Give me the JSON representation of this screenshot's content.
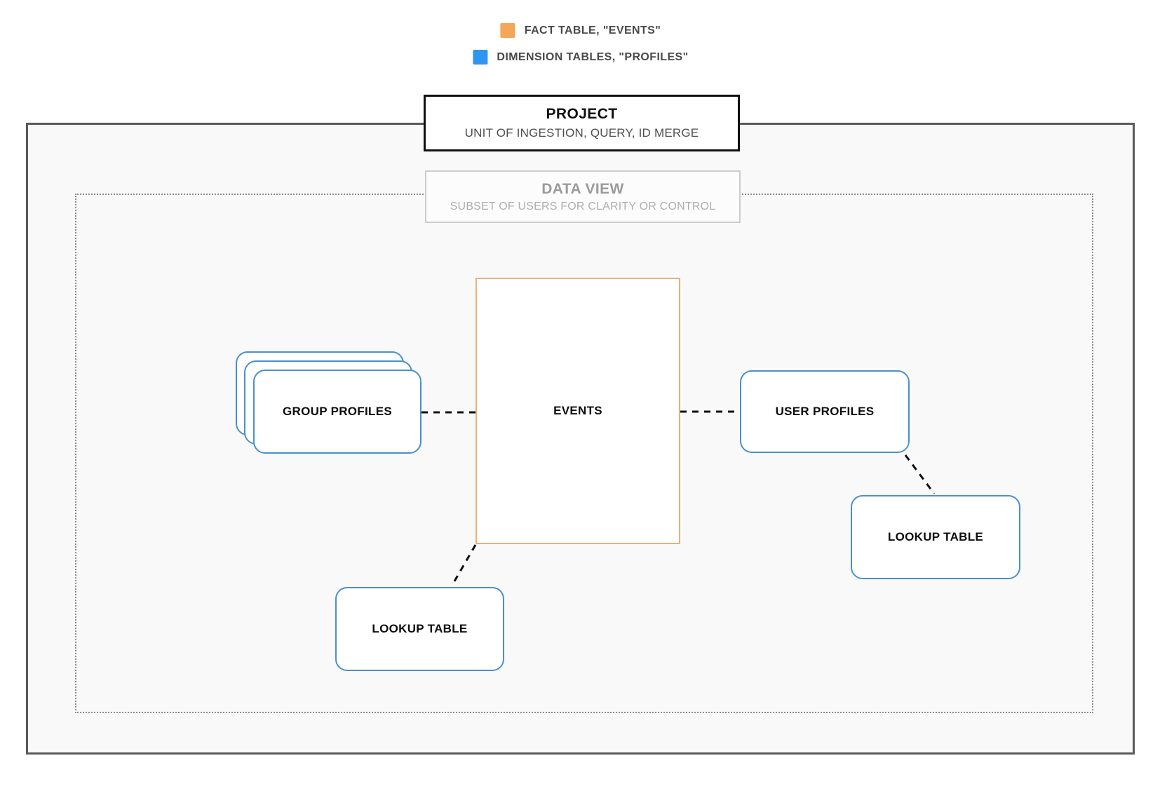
{
  "legend": {
    "items": [
      {
        "name": "fact-table",
        "label": "FACT TABLE, \"EVENTS\"",
        "color": "#f2a75a"
      },
      {
        "name": "dimension-tables",
        "label": "DIMENSION TABLES, \"PROFILES\"",
        "color": "#2e96f0"
      }
    ]
  },
  "project": {
    "title": "PROJECT",
    "subtitle": "UNIT OF INGESTION, QUERY, ID MERGE"
  },
  "data_view": {
    "title": "DATA VIEW",
    "subtitle": "SUBSET OF USERS FOR CLARITY OR CONTROL"
  },
  "nodes": {
    "group_profiles": {
      "label": "GROUP PROFILES",
      "type": "dimension"
    },
    "events": {
      "label": "EVENTS",
      "type": "fact"
    },
    "user_profiles": {
      "label": "USER PROFILES",
      "type": "dimension"
    },
    "lookup_table_left": {
      "label": "LOOKUP TABLE",
      "type": "dimension"
    },
    "lookup_table_right": {
      "label": "LOOKUP TABLE",
      "type": "dimension"
    }
  },
  "colors": {
    "fact_accent": "#f2a75a",
    "dimension_accent": "#2e96f0",
    "fact_node_border": "#e7b376",
    "dimension_node_border": "#4a90ce",
    "outer_boundary_border": "#5a5a5a",
    "inner_boundary_border": "#8d8d8d",
    "connector": "#111111"
  }
}
